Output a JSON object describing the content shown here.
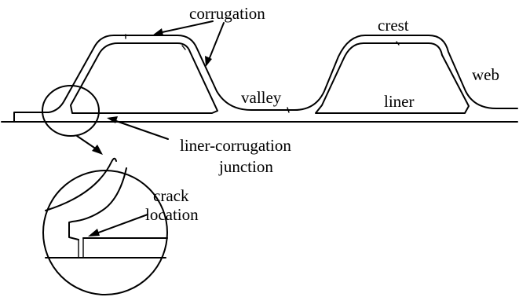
{
  "labels": {
    "corrugation": "corrugation",
    "crest": "crest",
    "web": "web",
    "valley": "valley",
    "liner": "liner",
    "junction_line1": "liner-corrugation",
    "junction_line2": "junction",
    "crack_line1": "crack",
    "crack_line2": "location"
  }
}
